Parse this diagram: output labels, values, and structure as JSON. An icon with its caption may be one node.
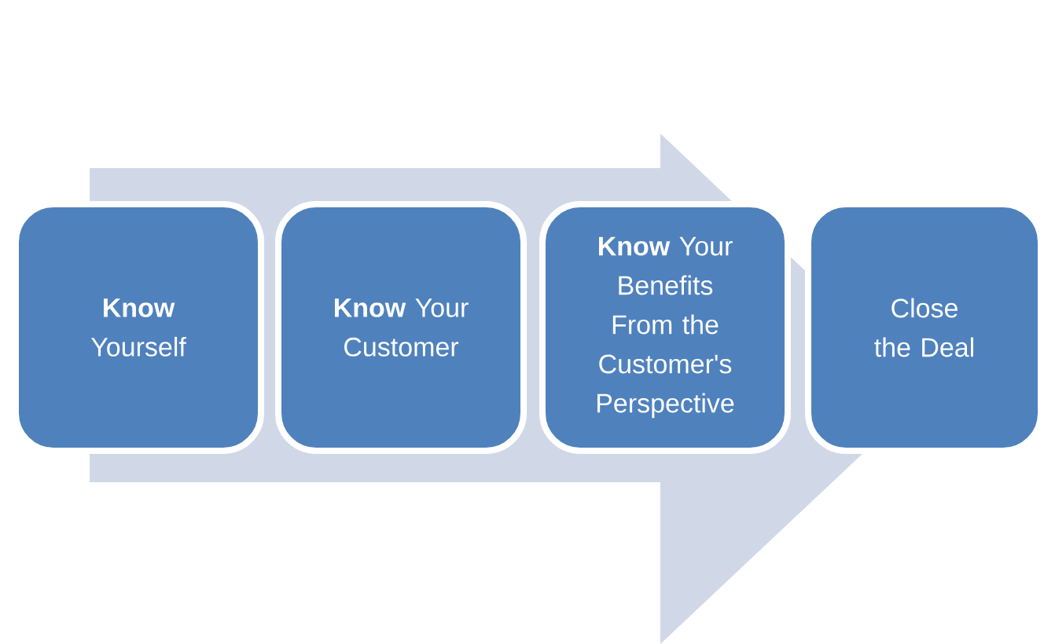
{
  "diagram": {
    "nodes": [
      {
        "text": [
          "**Know** Yourself"
        ]
      },
      {
        "text": [
          "**Know** Your Customer"
        ]
      },
      {
        "text": [
          "**Know** Your Benefits From the Customer's Perspective"
        ]
      },
      {
        "text": [
          "Close the Deal"
        ]
      }
    ],
    "edges": [
      {
        "from": 0,
        "to": 3,
        "arrow": "to"
      }
    ]
  }
}
